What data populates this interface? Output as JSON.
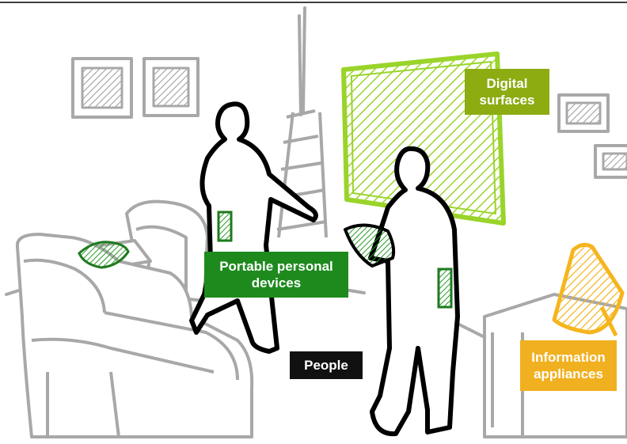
{
  "labels": {
    "digital_surfaces": "Digital\nsurfaces",
    "portable_personal_devices": "Portable personal\ndevices",
    "people": "People",
    "information_appliances": "Information\nappliances"
  },
  "colors": {
    "digital_surfaces": "#8cac12",
    "portable_personal_devices": "#1e8a1e",
    "people": "#111111",
    "information_appliances": "#f0b020",
    "wall_screen": "#9ad42a",
    "tablet": "#2a9a2a",
    "appliance": "#f5b51e",
    "sketch_line": "#a8a8a8",
    "figure_outline": "#000000"
  }
}
